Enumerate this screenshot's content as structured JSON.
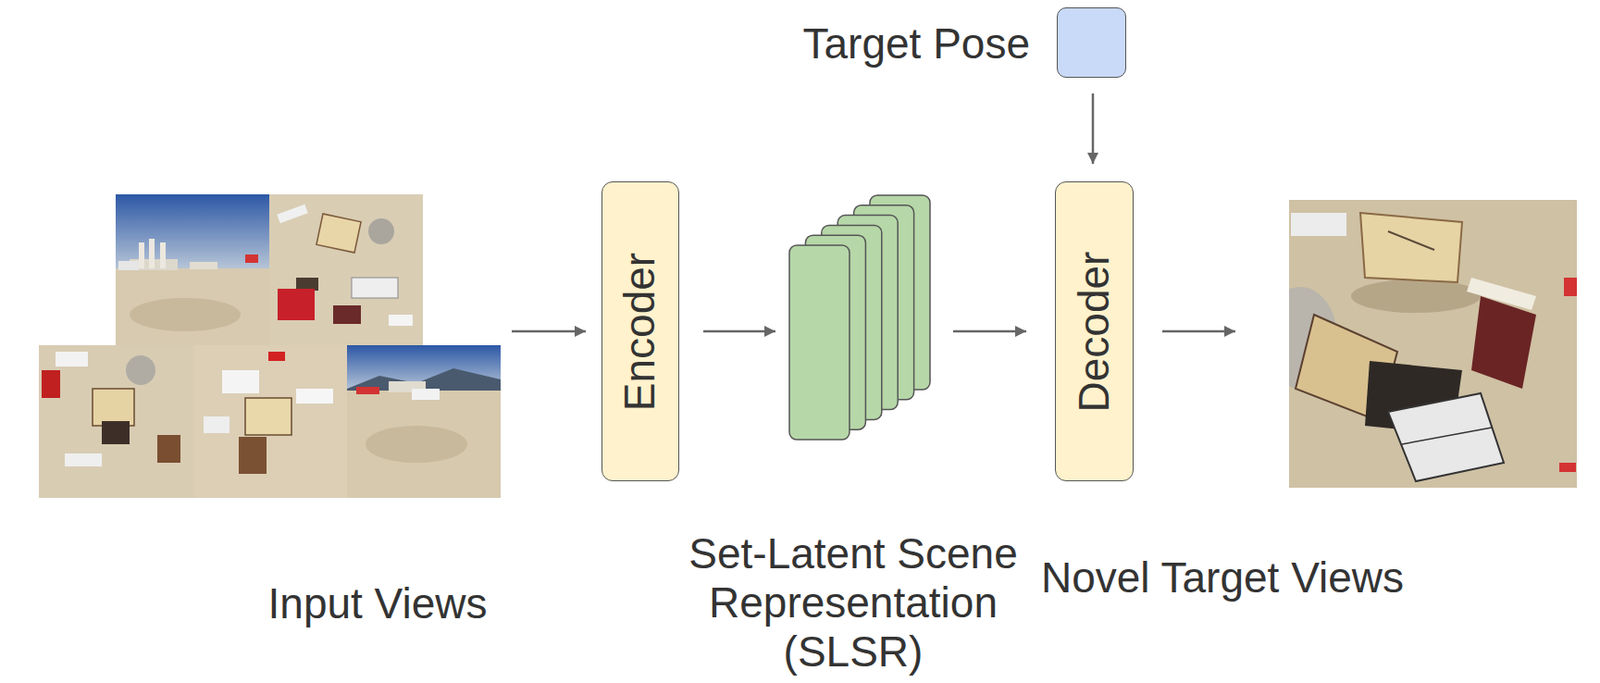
{
  "diagram": {
    "nodes": [
      {
        "text": [
          "Input Views"
        ]
      },
      {
        "text": [
          "Encoder"
        ]
      },
      {
        "text": [
          "Set-Latent Scene Representation (SLSR)"
        ]
      },
      {
        "text": [
          "Target Pose"
        ]
      },
      {
        "text": [
          "Decoder"
        ]
      },
      {
        "text": [
          "Novel Target Views"
        ]
      }
    ],
    "edges": [
      {
        "from": 0,
        "to": 1,
        "arrow": "to"
      },
      {
        "from": 1,
        "to": 2,
        "arrow": "to"
      },
      {
        "from": 2,
        "to": 4,
        "arrow": "to"
      },
      {
        "from": 3,
        "to": 4,
        "arrow": "to"
      },
      {
        "from": 4,
        "to": 5,
        "arrow": "to"
      }
    ]
  }
}
